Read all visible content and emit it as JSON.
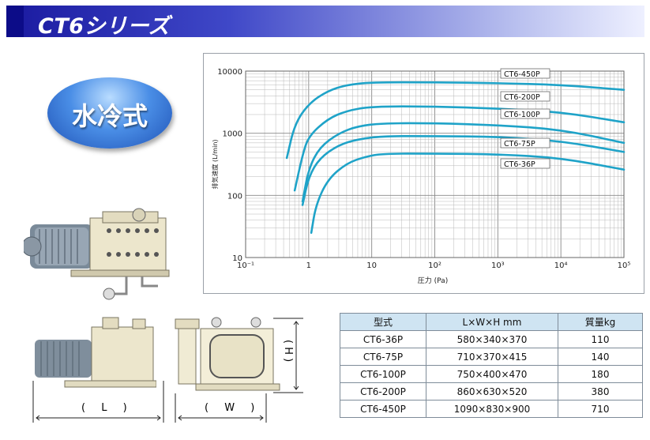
{
  "title": "CT6シリーズ",
  "badge_label": "水冷式",
  "chart_data": {
    "type": "line",
    "x_scale": "log",
    "y_scale": "log",
    "xlim": [
      0.1,
      100000
    ],
    "ylim": [
      10,
      10000
    ],
    "x_ticks": [
      "10⁻¹",
      "1",
      "10",
      "10²",
      "10³",
      "10⁴",
      "10⁵"
    ],
    "y_ticks": [
      "10000",
      "1000",
      "100",
      "10"
    ],
    "xlabel": "圧力 (Pa)",
    "ylabel": "排気速度 (L/min)",
    "grid": true,
    "series": [
      {
        "name": "CT6-450P",
        "x": [
          0.45,
          0.6,
          1,
          2,
          4,
          10,
          100,
          1000,
          10000,
          100000
        ],
        "y": [
          400,
          1400,
          3000,
          4800,
          6000,
          6600,
          6600,
          6400,
          6000,
          5000
        ]
      },
      {
        "name": "CT6-200P",
        "x": [
          0.6,
          0.8,
          1,
          2,
          4,
          10,
          100,
          1000,
          10000,
          100000
        ],
        "y": [
          120,
          450,
          900,
          1700,
          2300,
          2700,
          2700,
          2500,
          2200,
          1500
        ]
      },
      {
        "name": "CT6-100P",
        "x": [
          0.8,
          1,
          1.5,
          3,
          6,
          15,
          100,
          1000,
          10000,
          100000
        ],
        "y": [
          80,
          270,
          600,
          1000,
          1300,
          1450,
          1450,
          1350,
          1150,
          700
        ]
      },
      {
        "name": "CT6-75P",
        "x": [
          0.8,
          1,
          1.5,
          3,
          6,
          15,
          100,
          1000,
          10000,
          100000
        ],
        "y": [
          70,
          200,
          400,
          650,
          800,
          900,
          900,
          880,
          750,
          500
        ]
      },
      {
        "name": "CT6-36P",
        "x": [
          1.1,
          1.3,
          2,
          4,
          8,
          15,
          100,
          1000,
          10000,
          100000
        ],
        "y": [
          25,
          70,
          180,
          330,
          420,
          470,
          470,
          460,
          400,
          260
        ]
      }
    ]
  },
  "dims": {
    "l_label": "( L )",
    "w_label": "( W )",
    "h_label": "( H )"
  },
  "table": {
    "headers": [
      "型式",
      "L×W×H mm",
      "質量kg"
    ],
    "rows": [
      [
        "CT6-36P",
        "580×340×370",
        "110"
      ],
      [
        "CT6-75P",
        "710×370×415",
        "140"
      ],
      [
        "CT6-100P",
        "750×400×470",
        "180"
      ],
      [
        "CT6-200P",
        "860×630×520",
        "380"
      ],
      [
        "CT6-450P",
        "1090×830×900",
        "710"
      ]
    ]
  },
  "colors": {
    "title_bar": "#1a1aa0",
    "badge": "#2f6fd0",
    "curve": "#1fa3c8",
    "grid": "#b8b8b8",
    "table_header": "#cfe4f2"
  }
}
